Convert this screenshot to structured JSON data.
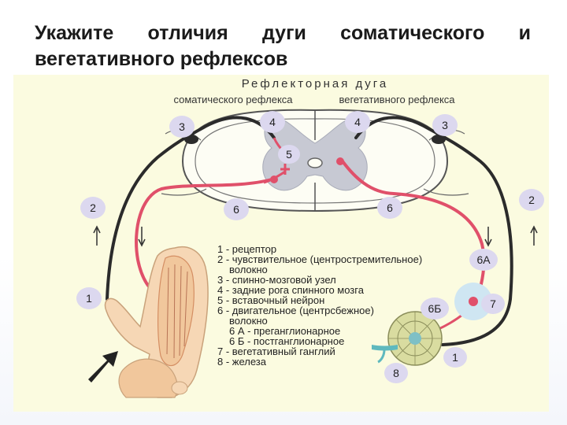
{
  "slide": {
    "title_words": [
      "Укажите",
      "отличия",
      "дуги",
      "соматического",
      "и"
    ],
    "title_line2": "вегетативного рефлексов"
  },
  "diagram": {
    "header": "Рефлекторная      дуга",
    "subheader_left": "соматического рефлекса",
    "subheader_right": "вегетативного рефлекса",
    "number_labels": [
      "1",
      "2",
      "3",
      "4",
      "5",
      "6",
      "6А",
      "6Б",
      "7",
      "8"
    ],
    "legend": [
      "1 - рецептор",
      "2 - чувствительное (центростремительное)",
      "волокно",
      "3 - спинно-мозговой узел",
      "4 - задние рога спинного мозга",
      "5 - вставочный нейрон",
      "6 - двигательное (центрсбежное)",
      "волокно",
      "6 А - преганглионарное",
      "6 Б - постганглионарное",
      "7 - вегетативный ганглий",
      "8 - железа"
    ],
    "colors": {
      "sensory": "#2b2b2b",
      "motor": "#e0506a",
      "badge": "#dcd8ef",
      "panel": "#fbfbe0",
      "cord": "#c7c9d3",
      "ganglion": "#cfe6f2",
      "gland": "#d9dca0",
      "muscle": "#f1c79c",
      "skin": "#f6d7b5"
    }
  }
}
